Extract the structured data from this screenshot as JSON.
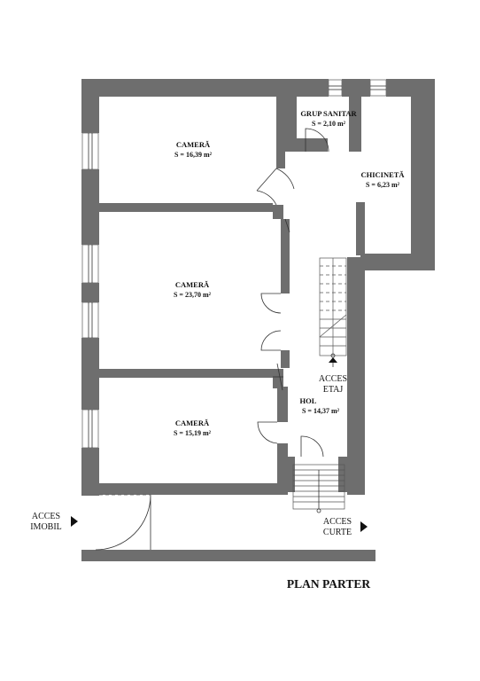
{
  "rooms": {
    "camera_top": {
      "name": "CAMERĂ",
      "area": "S = 16,39 m²"
    },
    "camera_mid": {
      "name": "CAMERĂ",
      "area": "S = 23,70 m²"
    },
    "camera_bottom": {
      "name": "CAMERĂ",
      "area": "S = 15,19 m²"
    },
    "grup_sanitar": {
      "name": "GRUP SANITAR",
      "area": "S = 2,10 m²"
    },
    "chicineta": {
      "name": "CHICINETĂ",
      "area": "S = 6,23 m²"
    },
    "hol": {
      "name": "HOL",
      "area": "S = 14,37 m²"
    }
  },
  "access": {
    "etaj_line1": "ACCES",
    "etaj_line2": "ETAJ",
    "imobil_line1": "ACCES",
    "imobil_line2": "IMOBIL",
    "curte_line1": "ACCES",
    "curte_line2": "CURTE"
  },
  "title": "PLAN PARTER"
}
